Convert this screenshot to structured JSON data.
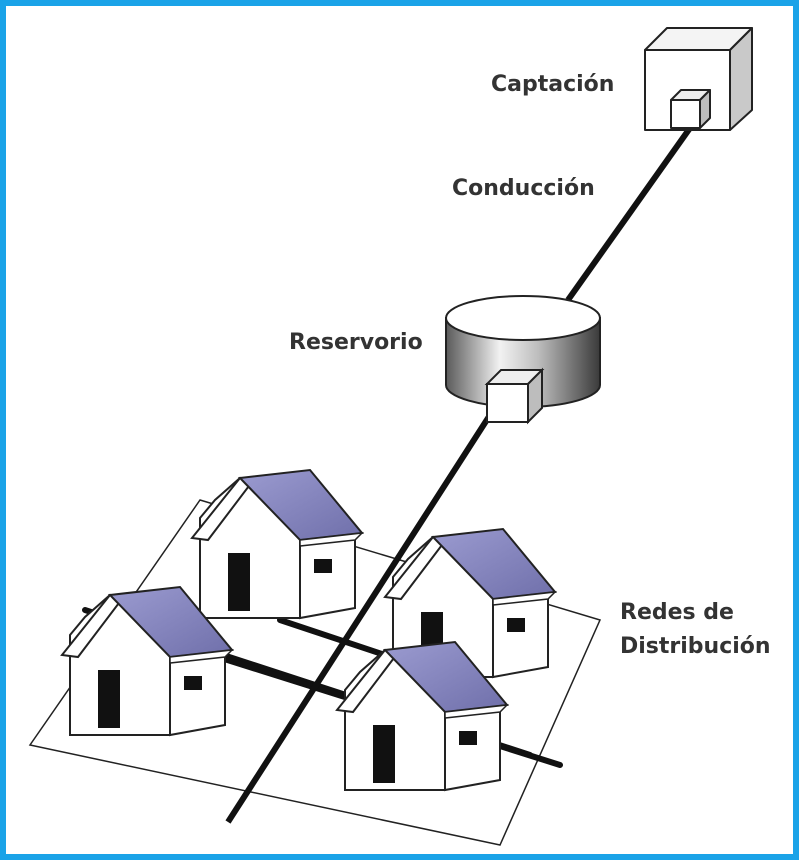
{
  "labels": {
    "captacion": "Captación",
    "conduccion": "Conducción",
    "reservorio": "Reservorio",
    "redes_line1": "Redes de",
    "redes_line2": "Distribución"
  },
  "colors": {
    "frame_border": "#1aa3e8",
    "roof": "#7f7fb8",
    "pipe": "#111111",
    "text": "#333333"
  }
}
